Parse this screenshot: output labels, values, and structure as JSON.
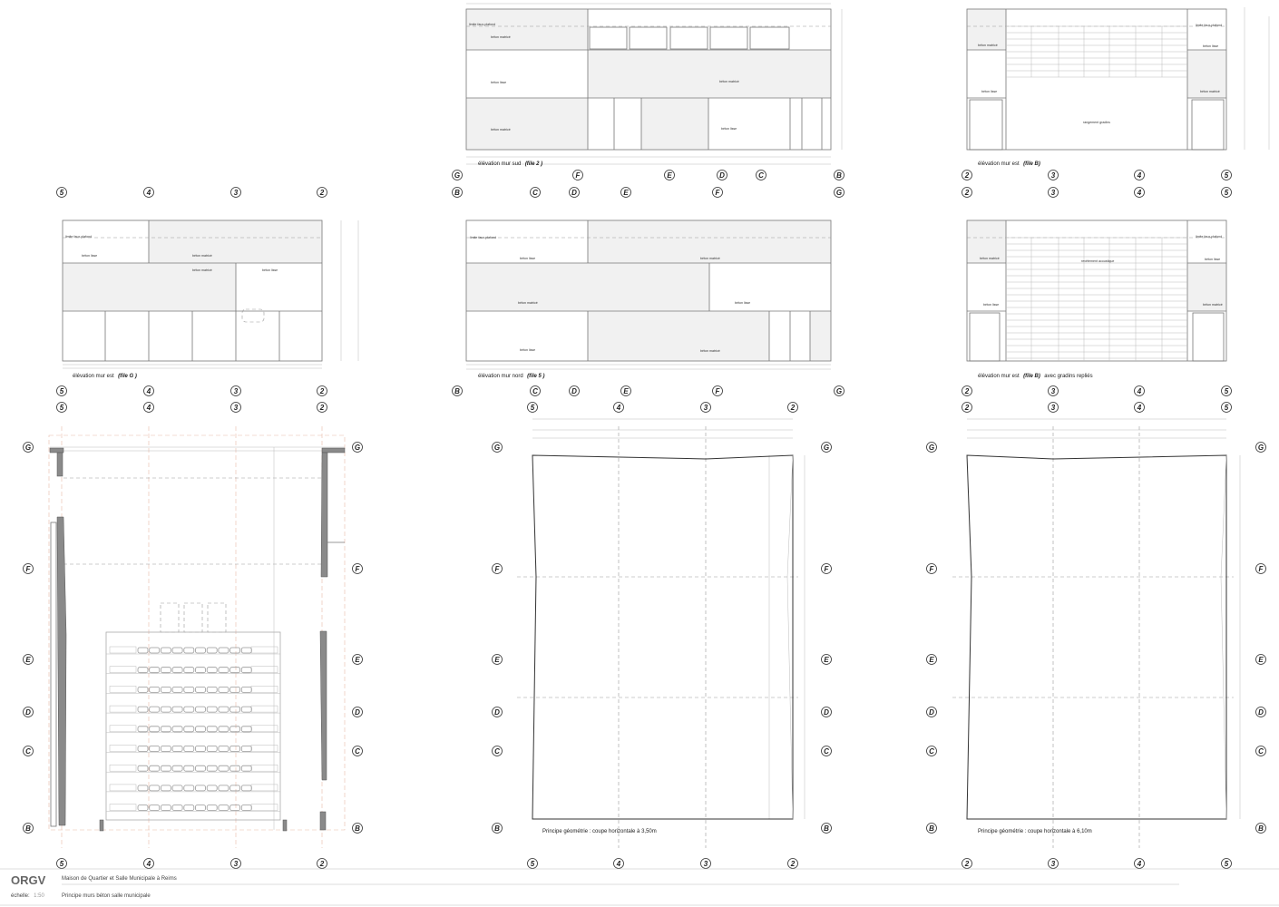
{
  "title_block": {
    "logo": "ORGV",
    "project": "Maison de Quartier et Salle Municipale à Reims",
    "scale_label": "échelle:",
    "scale_value": "1:50",
    "sheet_title": "Principe murs béton salle municipale"
  },
  "grid": {
    "letters": [
      "G",
      "F",
      "E",
      "D",
      "C",
      "B"
    ],
    "numbers": [
      "5",
      "4",
      "3",
      "2"
    ]
  },
  "labels": {
    "faux_plafond": "limite faux-plafond",
    "beton_matrice": "béton matricé",
    "beton_lisse": "béton lisse",
    "rangement": "rangement gradins",
    "revetement": "revêtement acoustique"
  },
  "drawings": {
    "sud": {
      "caption": "élévation  mur sud",
      "file": "(file 2 )"
    },
    "est_b": {
      "caption": "élévation  mur est",
      "file": "(file B)"
    },
    "est_g": {
      "caption": "élévation  mur est",
      "file": "(file G )"
    },
    "nord": {
      "caption": "élévation  mur nord",
      "file": "(file 5 )"
    },
    "est_b_replies": {
      "caption": "élévation  mur est",
      "file": "(file B)",
      "suffix": "avec gradins repliés"
    },
    "plan_350": {
      "caption": "Principe géométrie : coupe horizontale à 3,50m"
    },
    "plan_610": {
      "caption": "Principe géométrie : coupe horizontale à 6,10m"
    }
  }
}
